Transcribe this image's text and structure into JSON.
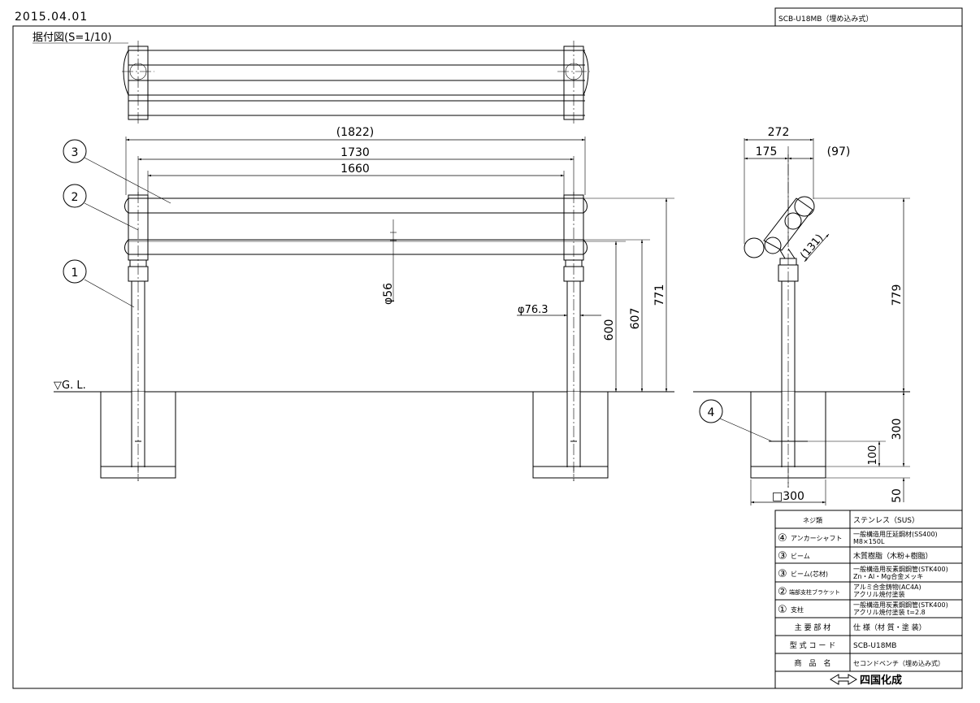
{
  "header": {
    "date": "2015.04.01",
    "model_title": "SCB-U18MB（埋め込み式）"
  },
  "drawing": {
    "title": "据付図(S=1/10)",
    "ground_label": "▽G. L.",
    "dims": {
      "overall_width": "(1822)",
      "beam_length": "1730",
      "post_pitch": "1660",
      "beam_dia": "φ56",
      "post_dia": "φ76.3",
      "h600": "600",
      "h607": "607",
      "h771": "771",
      "depth_272": "272",
      "depth_175": "175",
      "depth_97": "(97)",
      "slant_131": "(131)",
      "h779": "779",
      "embed_300": "300",
      "anchor_100": "100",
      "base_50": "50",
      "footing_300": "□300"
    },
    "balloons": [
      "3",
      "2",
      "1",
      "4"
    ]
  },
  "parts_table": {
    "rows": [
      {
        "no": "",
        "name": "ネジ類",
        "spec": [
          "ステンレス（SUS）"
        ]
      },
      {
        "no": "④",
        "name": "アンカーシャフト",
        "spec": [
          "一般構造用圧延鋼材(SS400)",
          "M8×150L"
        ]
      },
      {
        "no": "③",
        "name": "ビーム",
        "spec": [
          "木質樹脂（木粉+樹脂）"
        ]
      },
      {
        "no": "③",
        "name": "ビーム(芯材)",
        "spec": [
          "一般構造用炭素鋼鋼管(STK400)",
          "Zn・Al・Mg合金メッキ"
        ]
      },
      {
        "no": "②",
        "name": "端部支柱ブラケット",
        "spec": [
          "アルミ合金鋳物(AC4A)",
          "アクリル焼付塗装"
        ]
      },
      {
        "no": "①",
        "name": "支柱",
        "spec": [
          "一般構造用炭素鋼鋼管(STK400)",
          "アクリル焼付塗装 t=2.8"
        ]
      }
    ],
    "footer": [
      {
        "label": "主 要 部 材",
        "value": "仕 様（材 質・塗 装）"
      },
      {
        "label": "型 式 コ ー ド",
        "value": "SCB-U18MB"
      },
      {
        "label": "商　品　名",
        "value": "セコンドベンチ（埋め込み式）"
      }
    ],
    "logo": "四国化成"
  }
}
